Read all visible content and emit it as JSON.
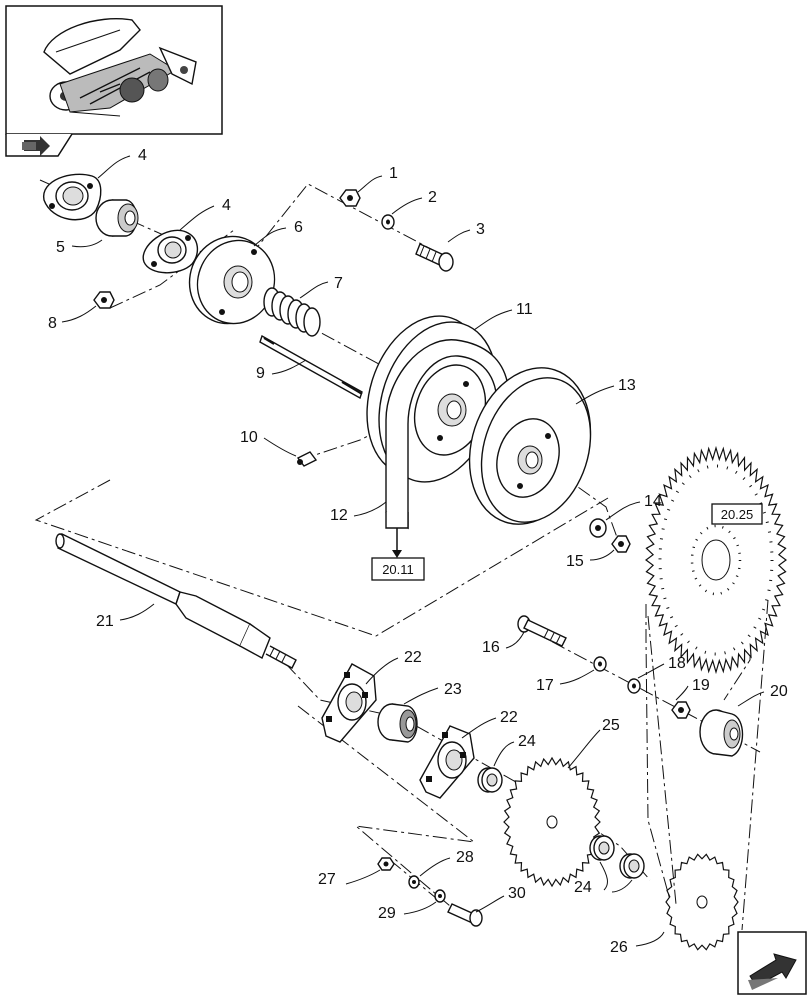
{
  "diagram": {
    "callouts": [
      "1",
      "2",
      "3",
      "4",
      "4",
      "5",
      "6",
      "7",
      "8",
      "9",
      "10",
      "11",
      "12",
      "13",
      "14",
      "15",
      "16",
      "17",
      "18",
      "19",
      "20",
      "21",
      "22",
      "22",
      "23",
      "24",
      "24",
      "25",
      "26",
      "27",
      "28",
      "29",
      "30"
    ],
    "references": [
      "20.11",
      "20.25"
    ]
  },
  "icons": {
    "thumbnail": "machine-overview-thumbnail",
    "previous": "previous-page-arrow-icon",
    "next": "next-page-arrow-icon"
  }
}
